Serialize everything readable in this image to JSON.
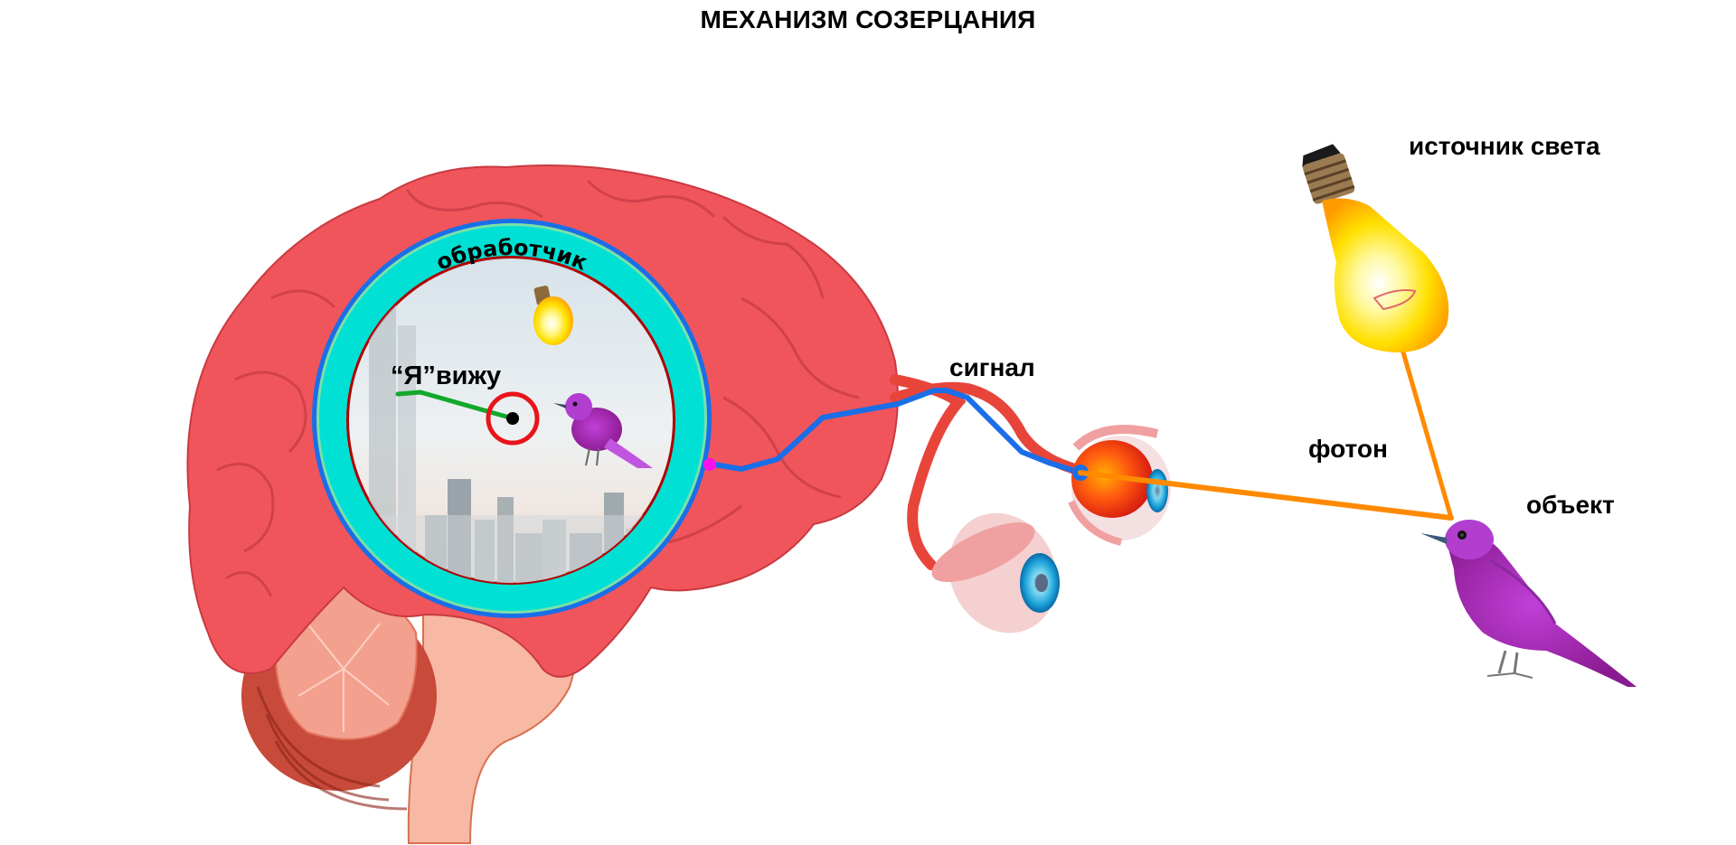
{
  "title": "МЕХАНИЗМ СОЗЕРЦАНИЯ",
  "labels": {
    "light_source": "источник света",
    "photon": "фотон",
    "object": "объект",
    "signal": "сигнал",
    "processor": "обработчик",
    "i_see": "“Я”вижу"
  },
  "icons": {
    "light_bulb": "light-bulb-icon",
    "bird": "bird-icon",
    "eye": "eye-icon",
    "brain": "brain-icon"
  },
  "colors": {
    "photon_line": "#ff8a00",
    "signal_line": "#1a6ee8",
    "processor_ring": "#00e0d4",
    "processor_ring_border": "#1a6ee8",
    "inner_ring": "#b00000",
    "self_circle": "#e8141a",
    "self_pointer": "#12a82a",
    "connector_dot": "#ff10e8",
    "brain": "#f0555c",
    "bird": "#b030d0",
    "bulb": "#ffd800"
  }
}
